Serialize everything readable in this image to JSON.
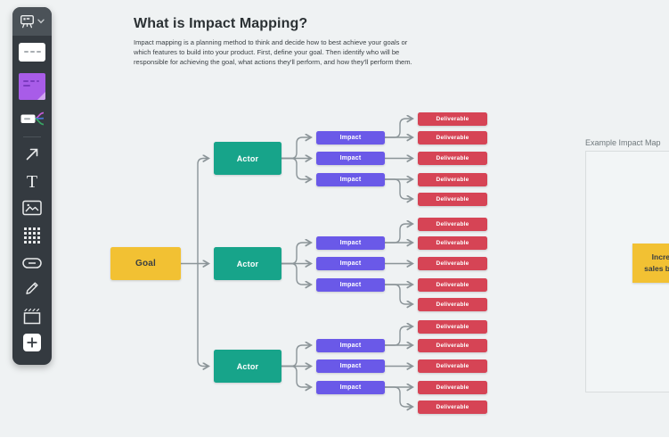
{
  "article": {
    "title": "What is Impact Mapping?",
    "description": "Impact mapping is a planning method to think and decide how to best achieve your goals or which features to build into your product. First, define your goal. Then identify who will be responsible for achieving the goal, what actions they'll perform, and how they'll perform them."
  },
  "toolbar": {
    "icons": [
      "board-easel-icon",
      "chevron-down-icon",
      "card-icon",
      "sticky-note-icon",
      "mind-map-icon",
      "arrow-icon",
      "text-icon",
      "image-icon",
      "apps-grid-icon",
      "link-icon",
      "pencil-icon",
      "frame-icon",
      "plus-icon"
    ]
  },
  "diagram": {
    "goal_label": "Goal",
    "groups": [
      {
        "actor": "Actor",
        "impacts": [
          {
            "label": "Impact",
            "deliverables": [
              "Deliverable",
              "Deliverable"
            ]
          },
          {
            "label": "Impact",
            "deliverables": [
              "Deliverable"
            ]
          },
          {
            "label": "Impact",
            "deliverables": [
              "Deliverable",
              "Deliverable"
            ]
          }
        ]
      },
      {
        "actor": "Actor",
        "impacts": [
          {
            "label": "Impact",
            "deliverables": [
              "Deliverable",
              "Deliverable"
            ]
          },
          {
            "label": "Impact",
            "deliverables": [
              "Deliverable"
            ]
          },
          {
            "label": "Impact",
            "deliverables": [
              "Deliverable",
              "Deliverable"
            ]
          }
        ]
      },
      {
        "actor": "Actor",
        "impacts": [
          {
            "label": "Impact",
            "deliverables": [
              "Deliverable",
              "Deliverable"
            ]
          },
          {
            "label": "Impact",
            "deliverables": [
              "Deliverable"
            ]
          },
          {
            "label": "Impact",
            "deliverables": [
              "Deliverable",
              "Deliverable"
            ]
          }
        ]
      }
    ],
    "colors": {
      "goal": "#F2C133",
      "goal_text": "#3A3E41",
      "actor": "#17A48A",
      "impact": "#6A59E8",
      "deliverable": "#D64455",
      "node_text": "#FFFFFF",
      "connector": "#8B9498"
    }
  },
  "example": {
    "label": "Example Impact Map",
    "card": {
      "line1": "Incre",
      "line2": "sales b",
      "color": "#F2C133"
    }
  }
}
